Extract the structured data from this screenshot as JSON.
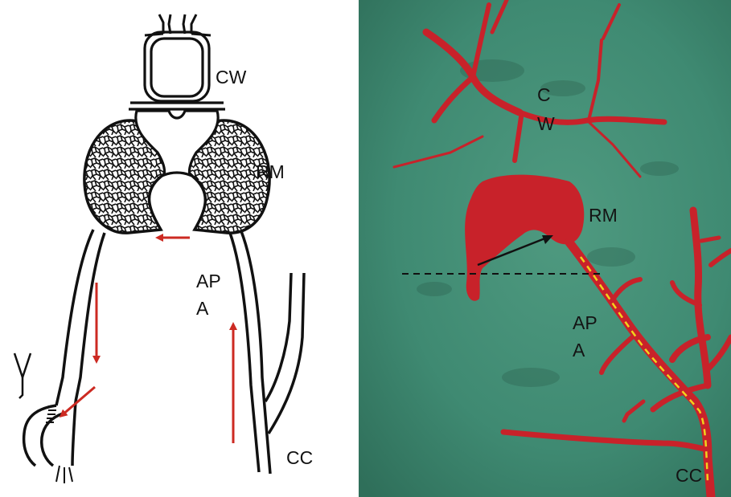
{
  "diagram": {
    "labels": {
      "cw": "CW",
      "rm": "RM",
      "apa_line1": "AP",
      "apa_line2": "A",
      "cc": "CC"
    }
  },
  "photo": {
    "labels": {
      "cw_line1": "C",
      "cw_line2": "W",
      "rm": "RM",
      "apa_line1": "AP",
      "apa_line2": "A",
      "cc": "CC"
    }
  },
  "colors": {
    "flow_arrow": "#cc2a22",
    "vessel_photo": "#c8222a",
    "cloth_background": "#3f8c74",
    "yellow_dashes": "#f2d21c"
  }
}
